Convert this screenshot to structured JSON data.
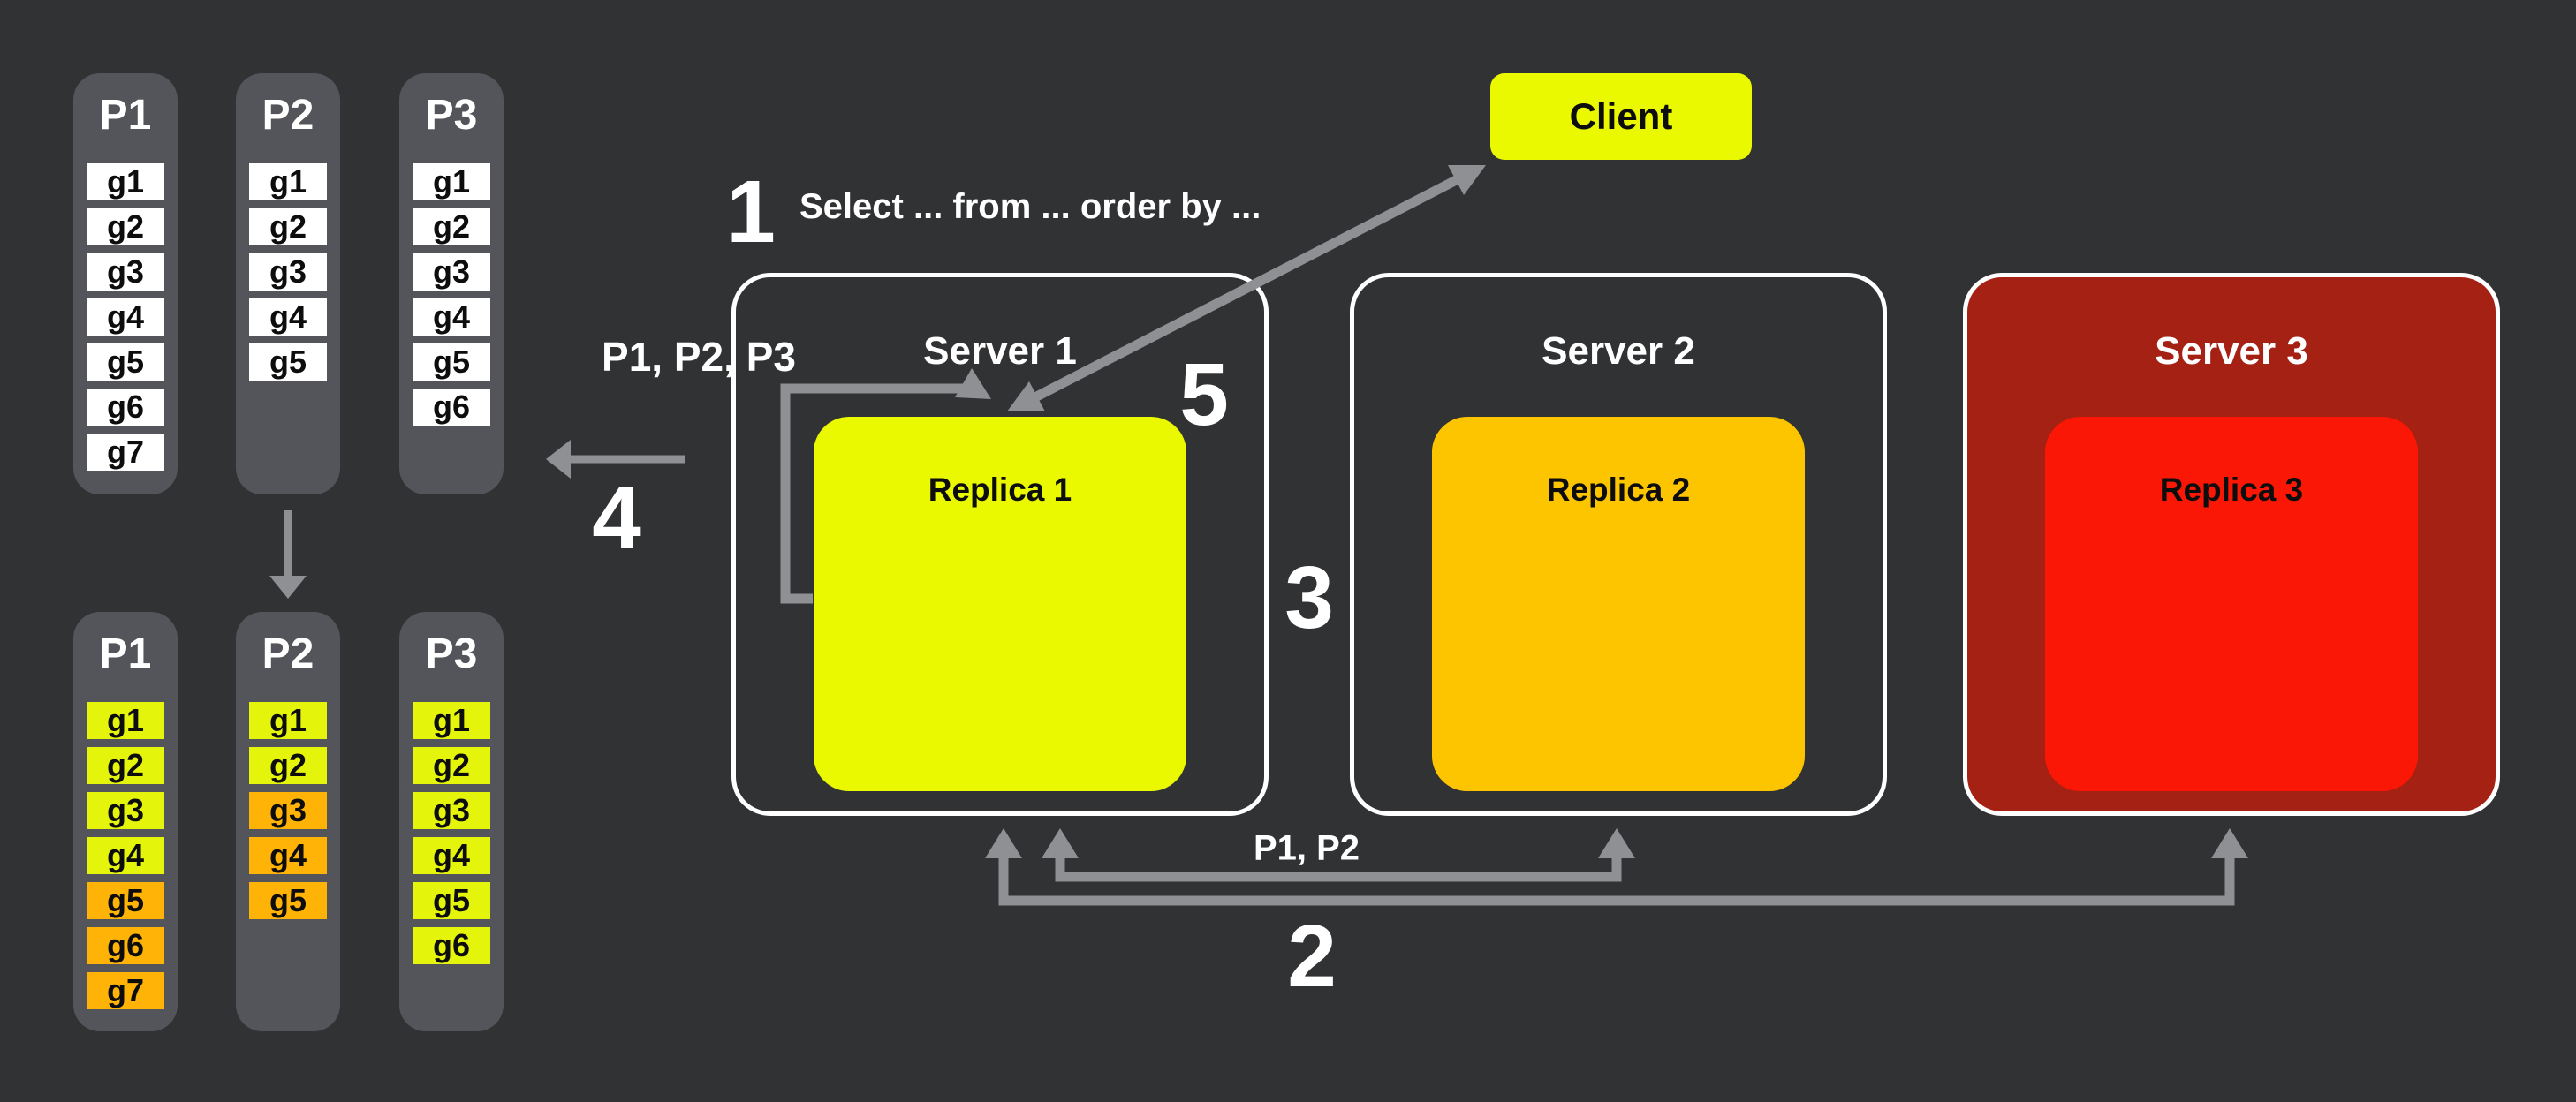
{
  "colors": {
    "bg": "#313234",
    "column": "#54555A",
    "arrow": "#8F9093",
    "yellow": "#EAF900",
    "cell_yellow": "#E4F40A",
    "amber": "#FDC500",
    "cell_orange": "#FFB307",
    "red": "#FB1705",
    "dark_red": "#A52113"
  },
  "client": {
    "label": "Client"
  },
  "servers": [
    {
      "title": "Server 1",
      "replica_label": "Replica 1"
    },
    {
      "title": "Server 2",
      "replica_label": "Replica 2"
    },
    {
      "title": "Server 3",
      "replica_label": "Replica 3"
    }
  ],
  "steps": {
    "s1": {
      "number": "1",
      "query": "Select ... from ... order by ..."
    },
    "s2": {
      "number": "2"
    },
    "s3": {
      "number": "3"
    },
    "s4": {
      "number": "4"
    },
    "s5": {
      "number": "5"
    }
  },
  "edge_labels": {
    "to_server1": "P1, P2, P3",
    "replicate": "P1, P2"
  },
  "partitions": {
    "top_row": {
      "columns": [
        {
          "title": "P1",
          "cells": [
            {
              "label": "g1",
              "color": "white"
            },
            {
              "label": "g2",
              "color": "white"
            },
            {
              "label": "g3",
              "color": "white"
            },
            {
              "label": "g4",
              "color": "white"
            },
            {
              "label": "g5",
              "color": "white"
            },
            {
              "label": "g6",
              "color": "white"
            },
            {
              "label": "g7",
              "color": "white"
            }
          ]
        },
        {
          "title": "P2",
          "cells": [
            {
              "label": "g1",
              "color": "white"
            },
            {
              "label": "g2",
              "color": "white"
            },
            {
              "label": "g3",
              "color": "white"
            },
            {
              "label": "g4",
              "color": "white"
            },
            {
              "label": "g5",
              "color": "white"
            }
          ]
        },
        {
          "title": "P3",
          "cells": [
            {
              "label": "g1",
              "color": "white"
            },
            {
              "label": "g2",
              "color": "white"
            },
            {
              "label": "g3",
              "color": "white"
            },
            {
              "label": "g4",
              "color": "white"
            },
            {
              "label": "g5",
              "color": "white"
            },
            {
              "label": "g6",
              "color": "white"
            }
          ]
        }
      ]
    },
    "bottom_row": {
      "columns": [
        {
          "title": "P1",
          "cells": [
            {
              "label": "g1",
              "color": "yellow"
            },
            {
              "label": "g2",
              "color": "yellow"
            },
            {
              "label": "g3",
              "color": "yellow"
            },
            {
              "label": "g4",
              "color": "yellow"
            },
            {
              "label": "g5",
              "color": "orange"
            },
            {
              "label": "g6",
              "color": "orange"
            },
            {
              "label": "g7",
              "color": "orange"
            }
          ]
        },
        {
          "title": "P2",
          "cells": [
            {
              "label": "g1",
              "color": "yellow"
            },
            {
              "label": "g2",
              "color": "yellow"
            },
            {
              "label": "g3",
              "color": "orange"
            },
            {
              "label": "g4",
              "color": "orange"
            },
            {
              "label": "g5",
              "color": "orange"
            }
          ]
        },
        {
          "title": "P3",
          "cells": [
            {
              "label": "g1",
              "color": "yellow"
            },
            {
              "label": "g2",
              "color": "yellow"
            },
            {
              "label": "g3",
              "color": "yellow"
            },
            {
              "label": "g4",
              "color": "yellow"
            },
            {
              "label": "g5",
              "color": "yellow"
            },
            {
              "label": "g6",
              "color": "yellow"
            }
          ]
        }
      ]
    }
  }
}
